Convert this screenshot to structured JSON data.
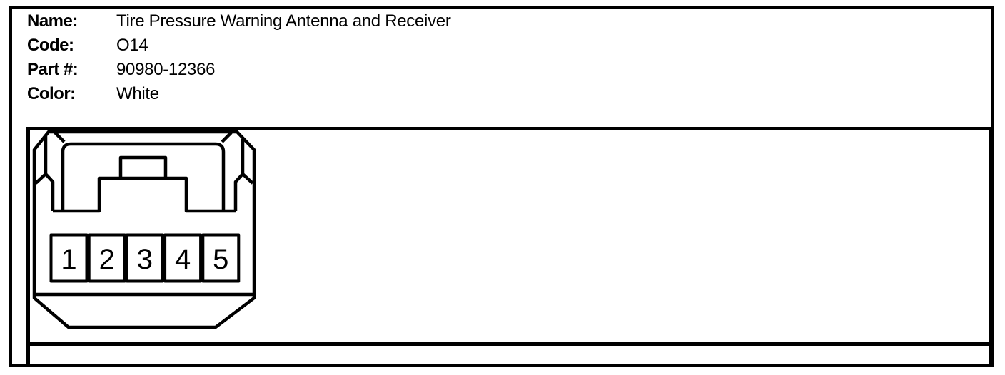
{
  "header": {
    "fields": [
      {
        "label": "Name:",
        "value": "Tire Pressure Warning Antenna and Receiver"
      },
      {
        "label": "Code:",
        "value": "O14"
      },
      {
        "label": "Part #:",
        "value": "90980-12366"
      },
      {
        "label": "Color:",
        "value": "White"
      }
    ]
  },
  "connector": {
    "view": "front view of 5-pin connector housing",
    "pin_count": 5,
    "pins": [
      "1",
      "2",
      "3",
      "4",
      "5"
    ],
    "line_color": "#000000",
    "background_color": "#ffffff"
  }
}
